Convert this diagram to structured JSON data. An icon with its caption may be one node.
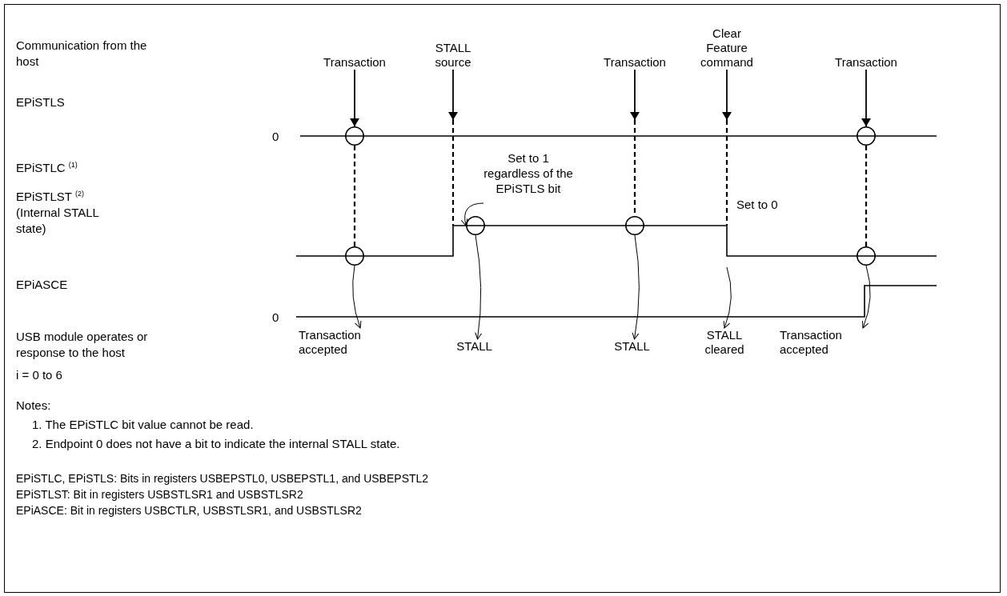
{
  "diagram": {
    "nodes": [
      {
        "text": [
          "Transaction"
        ]
      },
      {
        "text": [
          "STALL source"
        ]
      },
      {
        "text": [
          "Transaction"
        ]
      },
      {
        "text": [
          "Clear Feature command"
        ]
      },
      {
        "text": [
          "Transaction"
        ]
      },
      {
        "text": [
          "Transaction accepted"
        ]
      },
      {
        "text": [
          "STALL"
        ]
      },
      {
        "text": [
          "STALL"
        ]
      },
      {
        "text": [
          "STALL cleared"
        ]
      },
      {
        "text": [
          "Transaction accepted"
        ]
      },
      {
        "text": [],
        "shape": "circle"
      },
      {
        "text": [],
        "shape": "circle"
      },
      {
        "text": [],
        "shape": "circle"
      },
      {
        "text": [],
        "shape": "circle"
      },
      {
        "text": [],
        "shape": "circle"
      },
      {
        "text": [],
        "shape": "circle"
      },
      {
        "text": [
          "Set to 1 regardless of the EPiSTLS bit"
        ]
      }
    ],
    "edges": [
      {
        "from": 0,
        "to": 10,
        "arrow": "to"
      },
      {
        "from": 1,
        "to": null,
        "arrow": "to"
      },
      {
        "from": 2,
        "to": null,
        "arrow": "to"
      },
      {
        "from": 3,
        "to": null,
        "arrow": "to"
      },
      {
        "from": 4,
        "to": 11,
        "arrow": "to"
      },
      {
        "from": 10,
        "to": 12,
        "arrow": "none",
        "style": "dashed"
      },
      {
        "from": 11,
        "to": 15,
        "arrow": "none",
        "style": "dashed"
      },
      {
        "from": null,
        "to": 14,
        "arrow": "none",
        "style": "dashed"
      },
      {
        "from": 12,
        "to": 5,
        "arrow": "to"
      },
      {
        "from": 13,
        "to": 6,
        "arrow": "to"
      },
      {
        "from": 14,
        "to": 7,
        "arrow": "to"
      },
      {
        "from": null,
        "to": 8,
        "arrow": "to"
      },
      {
        "from": 15,
        "to": 9,
        "arrow": "to"
      },
      {
        "from": 16,
        "to": 13,
        "arrow": "to"
      }
    ],
    "labels": [
      "Communication from the host",
      "EPiSTLS",
      "0",
      "EPiSTLC $^{(1)}$",
      "EPiSTLST $^{(2)}$ (Internal STALL state)",
      "EPiASCE",
      "0",
      "USB module operates or response to the host",
      "Set to 0",
      "i = 0 to 6",
      "Notes:",
      "1. The EPiSTLC bit value cannot be read.",
      "2. Endpoint 0 does not have a bit to indicate the internal STALL state.",
      "EPiSTLC, EPiSTLS: Bits in registers USBEPSTL0, USBEPSTL1, and USBEPSTL2",
      "EPiSTLST: Bit in registers USBSTLSR1 and USBSTLSR2",
      "EPiASCE: Bit in registers USBCTLR, USBSTLSR1, and USBSTLSR2"
    ]
  }
}
